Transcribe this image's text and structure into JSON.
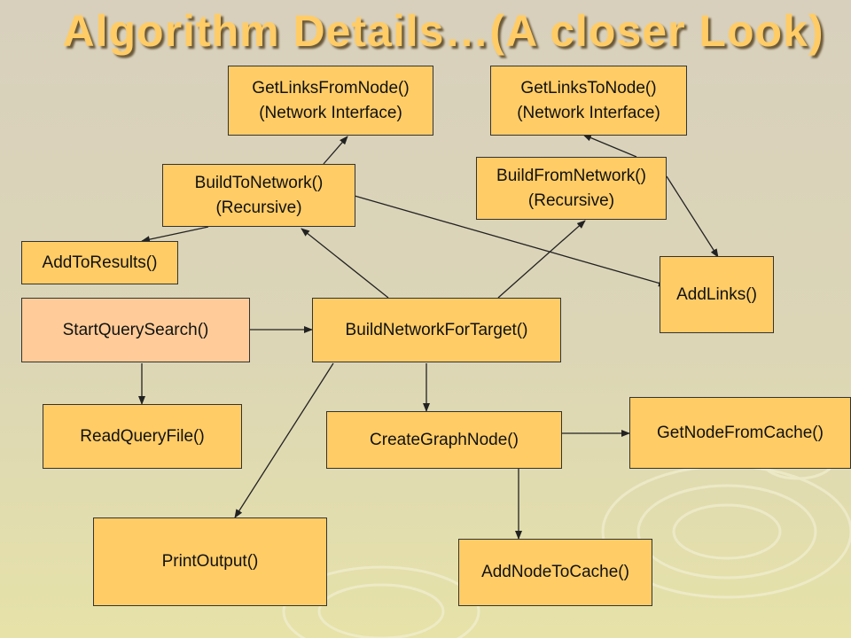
{
  "title": "Algorithm Details…(A closer Look)",
  "nodes": {
    "get_links_from_node": "GetLinksFromNode()\n(Network Interface)",
    "get_links_to_node": "GetLinksToNode()\n(Network Interface)",
    "build_to_network": "BuildToNetwork()\n(Recursive)",
    "build_from_network": "BuildFromNetwork()\n(Recursive)",
    "add_to_results": "AddToResults()",
    "add_links": "AddLinks()",
    "start_query_search": "StartQuerySearch()",
    "build_network_for_target": "BuildNetworkForTarget()",
    "read_query_file": "ReadQueryFile()",
    "create_graph_node": "CreateGraphNode()",
    "get_node_from_cache": "GetNodeFromCache()",
    "print_output": "PrintOutput()",
    "add_node_to_cache": "AddNodeToCache()"
  },
  "colors": {
    "box": "#ffcc66",
    "start_box": "#ffcc99",
    "title": "#ffcc66",
    "background": "#dcd6b6"
  }
}
